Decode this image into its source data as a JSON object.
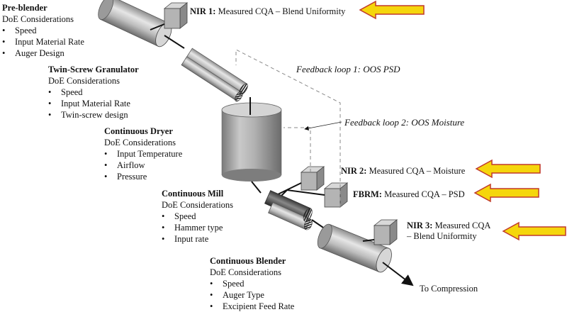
{
  "units": {
    "preblender": {
      "title": "Pre-blender",
      "subtitle": "DoE Considerations",
      "items": [
        "Speed",
        "Input Material Rate",
        "Auger Design"
      ]
    },
    "granulator": {
      "title": "Twin-Screw Granulator",
      "subtitle": "DoE Considerations",
      "items": [
        "Speed",
        "Input Material Rate",
        "Twin-screw design"
      ]
    },
    "dryer": {
      "title": "Continuous Dryer",
      "subtitle": "DoE Considerations",
      "items": [
        "Input Temperature",
        "Airflow",
        "Pressure"
      ]
    },
    "mill": {
      "title": "Continuous Mill",
      "subtitle": "DoE Considerations",
      "items": [
        "Speed",
        "Hammer type",
        "Input rate"
      ]
    },
    "blender": {
      "title": "Continuous Blender",
      "subtitle": "DoE Considerations",
      "items": [
        "Speed",
        "Auger Type",
        "Excipient Feed Rate"
      ]
    }
  },
  "sensors": {
    "nir1": {
      "name": "NIR 1:",
      "text": "Measured CQA – Blend Uniformity"
    },
    "nir2": {
      "name": "NIR 2:",
      "text": "Measured CQA – Moisture"
    },
    "fbrm": {
      "name": "FBRM:",
      "text": "Measured CQA – PSD"
    },
    "nir3": {
      "name": "NIR 3:",
      "text": "Measured CQA",
      "text2": "– Blend Uniformity"
    }
  },
  "loops": {
    "loop1": "Feedback loop 1: OOS PSD",
    "loop2": "Feedback loop 2: OOS Moisture"
  },
  "output": "To Compression",
  "colors": {
    "arrow_fill": "#f5d60c",
    "arrow_stroke": "#c0392b"
  },
  "icons": {
    "callout_arrow": "left-arrow-icon"
  }
}
